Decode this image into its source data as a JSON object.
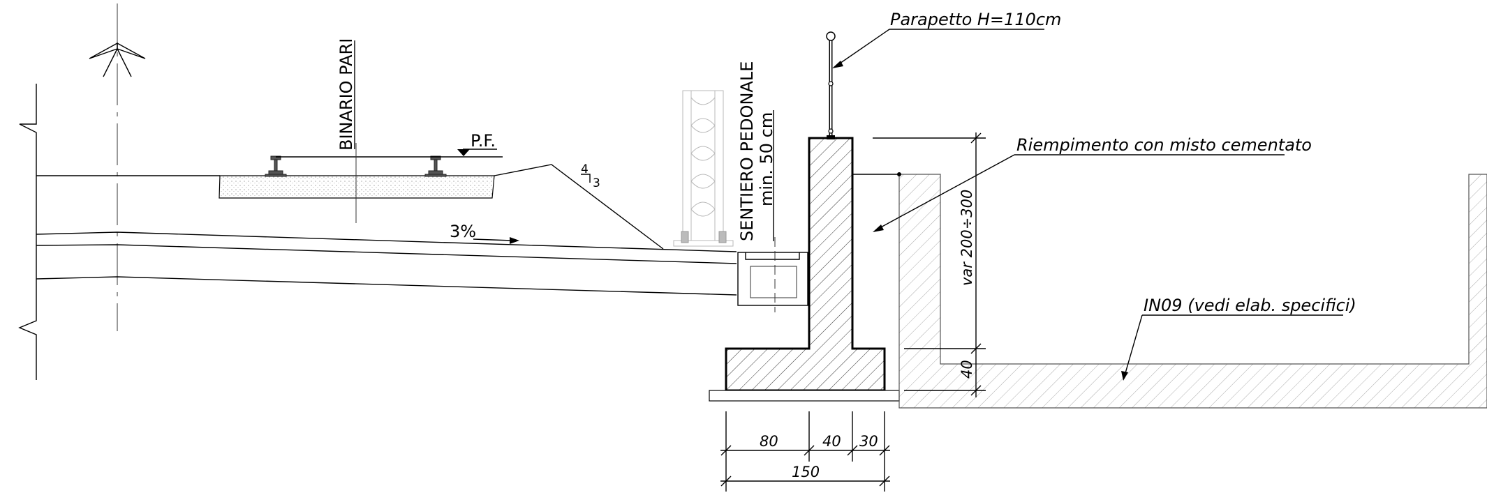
{
  "labels": {
    "track": "BINARIO PARI",
    "rail_level": "P.F.",
    "slope_ratio_a": "4",
    "slope_ratio_b": "3",
    "gradient": "3%",
    "walkway_line1": "SENTIERO PEDONALE",
    "walkway_line2": "min. 50 cm",
    "railing": "Parapetto H=110cm",
    "fill": "Riempimento con misto cementato",
    "in09": "IN09 (vedi elab. specifici)"
  },
  "dimensions": {
    "height_var": "var 200÷300",
    "base_thickness": "40",
    "footing_left": "80",
    "stem": "40",
    "footing_right": "30",
    "footing_total": "150"
  }
}
